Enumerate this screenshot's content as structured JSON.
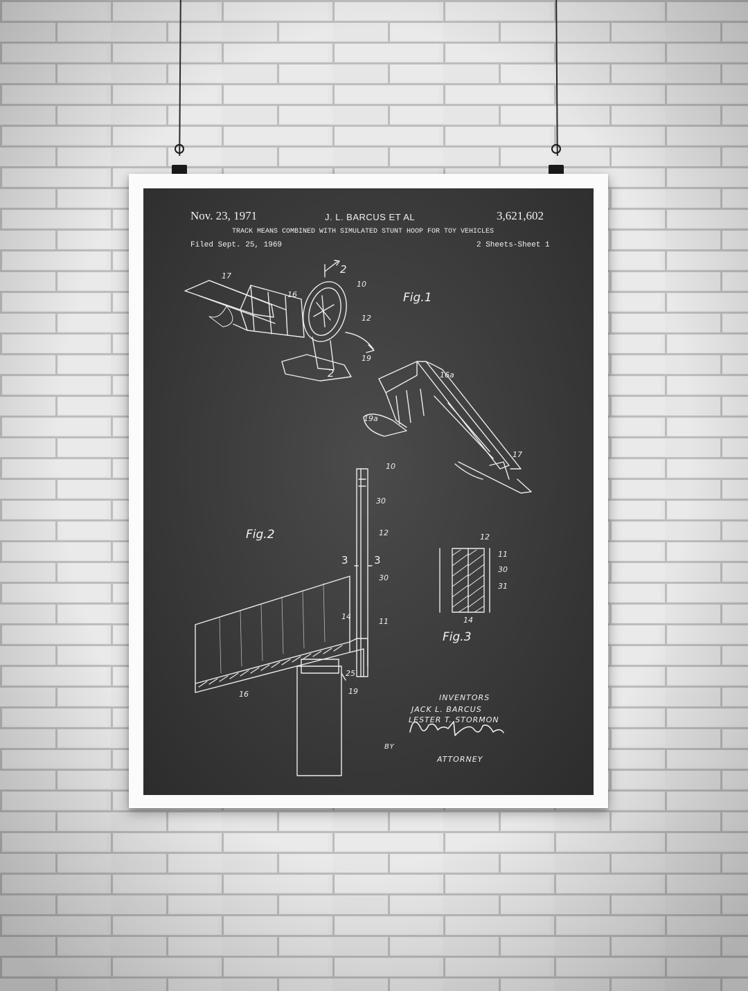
{
  "patent": {
    "date": "Nov. 23, 1971",
    "inventors_short": "J. L. BARCUS ET AL",
    "number": "3,621,602",
    "title": "TRACK MEANS COMBINED WITH SIMULATED STUNT HOOP FOR TOY VEHICLES",
    "filed": "Filed Sept. 25, 1969",
    "sheets": "2 Sheets-Sheet 1"
  },
  "figures": {
    "fig1": "Fig.1",
    "fig2": "Fig.2",
    "fig3": "Fig.3"
  },
  "labels": {
    "fig1": [
      "17",
      "16",
      "2",
      "10",
      "12",
      "19",
      "2",
      "16a",
      "19a",
      "17"
    ],
    "fig2": [
      "10",
      "30",
      "12",
      "3",
      "3",
      "30",
      "14",
      "11",
      "25",
      "19",
      "16"
    ],
    "fig3": [
      "12",
      "11",
      "30",
      "31",
      "14"
    ]
  },
  "signature": {
    "inventors_heading": "INVENTORS",
    "inventor_1": "JACK L. BARCUS",
    "inventor_2": "LESTER T. STORMON",
    "by": "BY",
    "role": "ATTORNEY"
  },
  "colors": {
    "wall": "#d9d9d9",
    "poster_border": "#fbfbfb",
    "chalkboard": "#3a3a3a",
    "ink": "#f1f1f1"
  }
}
